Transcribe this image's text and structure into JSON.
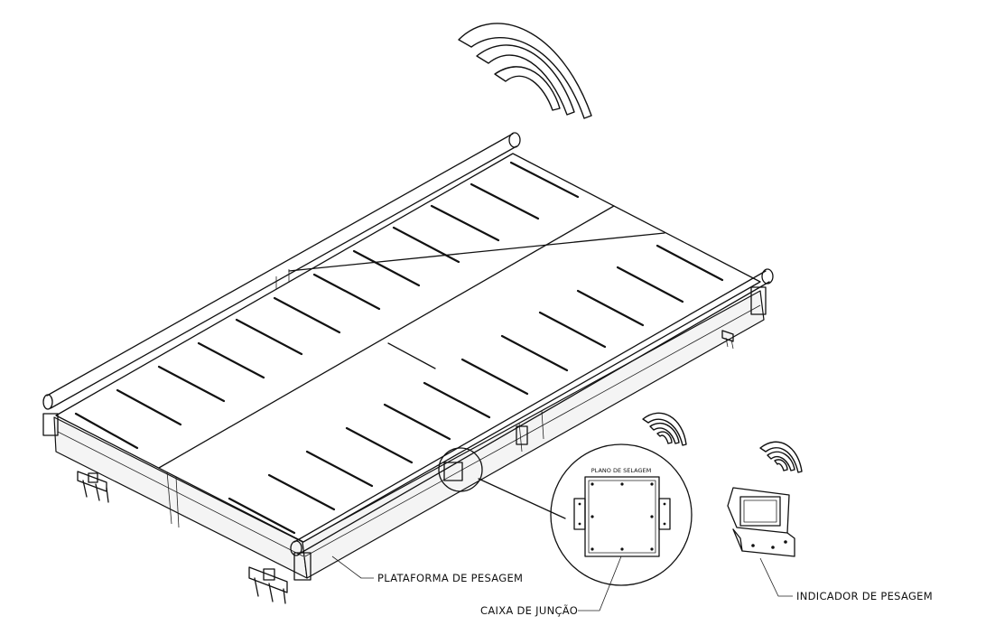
{
  "labels": {
    "platform": "PLATAFORMA DE PESAGEM",
    "junction_box": "CAIXA DE JUNÇÃO",
    "indicator": "INDICADOR DE PESAGEM",
    "seal_plane": "PLANO DE SELAGEM"
  }
}
